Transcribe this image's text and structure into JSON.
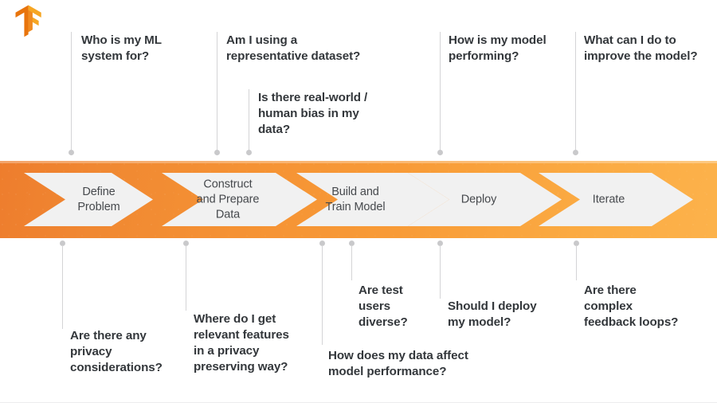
{
  "logo": {
    "name": "tensorflow-logo",
    "colors": {
      "light": "#F6A623",
      "mid": "#F08A20",
      "dark": "#E8740C"
    }
  },
  "theme": {
    "band_left": "#EE7D2D",
    "band_right": "#FCB24B",
    "chevron_fill": "#F1F1F1",
    "text": "#33373B",
    "step_text": "#46494D",
    "connector": "#D4D4D6",
    "dot": "#C9C9CB",
    "page_bg": "#FFFFFF"
  },
  "process": {
    "steps": [
      {
        "label": "Define\nProblem"
      },
      {
        "label": "Construct\nand Prepare\nData"
      },
      {
        "label": "Build and\nTrain Model"
      },
      {
        "label": "Deploy"
      },
      {
        "label": "Iterate"
      }
    ]
  },
  "questions_top": [
    {
      "id": "who-is-my-ml-system-for",
      "text": "Who is my ML\nsystem for?"
    },
    {
      "id": "am-i-using-a-representative-dataset",
      "text": "Am I using a\nrepresentative dataset?"
    },
    {
      "id": "is-there-real-world-human-bias",
      "text": "Is there real-world /\nhuman bias in my\ndata?"
    },
    {
      "id": "how-is-my-model-performing",
      "text": "How is my model\nperforming?"
    },
    {
      "id": "what-can-i-do-to-improve-the-model",
      "text": "What can I do to\nimprove the model?"
    }
  ],
  "questions_bottom": [
    {
      "id": "are-there-any-privacy-considerations",
      "text": "Are there any\nprivacy\nconsiderations?"
    },
    {
      "id": "where-do-i-get-relevant-features",
      "text": "Where do I get\nrelevant features\nin a privacy\npreserving way?"
    },
    {
      "id": "how-does-my-data-affect-model-performance",
      "text": "How does my data affect\nmodel performance?"
    },
    {
      "id": "are-test-users-diverse",
      "text": "Are test\nusers\ndiverse?"
    },
    {
      "id": "should-i-deploy-my-model",
      "text": "Should I deploy\nmy model?"
    },
    {
      "id": "are-there-complex-feedback-loops",
      "text": "Are there\ncomplex\nfeedback loops?"
    }
  ]
}
